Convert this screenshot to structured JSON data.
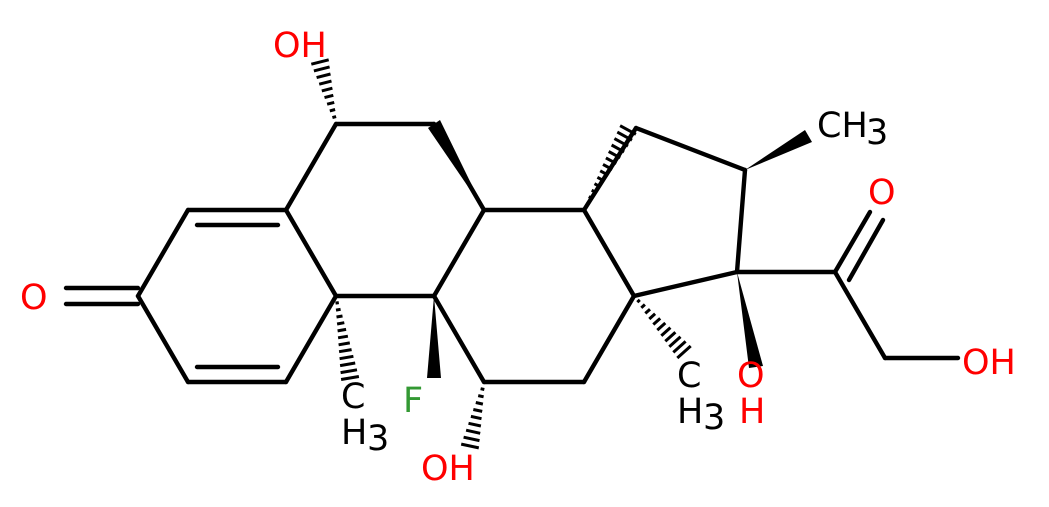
{
  "diagram": {
    "type": "skeletal-formula",
    "colors": {
      "bond": "#000000",
      "carbon_label": "#000000",
      "oxygen": "#ff0000",
      "fluorine": "#339933"
    },
    "labels": {
      "oh_top": "OH",
      "ketone_o_left": "O",
      "ch3_c10_c": "C",
      "ch3_c10_h": "H",
      "ch3_c10_sub": "3",
      "fluorine": "F",
      "oh_bottom": "OH",
      "ch3_c13_c": "C",
      "ch3_c13_h": "H",
      "ch3_c13_sub": "3",
      "oh_c17_o": "O",
      "oh_c17_h": "H",
      "ketone_o_right": "O",
      "oh_right": "OH",
      "ch3_c16": "CH",
      "ch3_c16_sub": "3"
    }
  }
}
